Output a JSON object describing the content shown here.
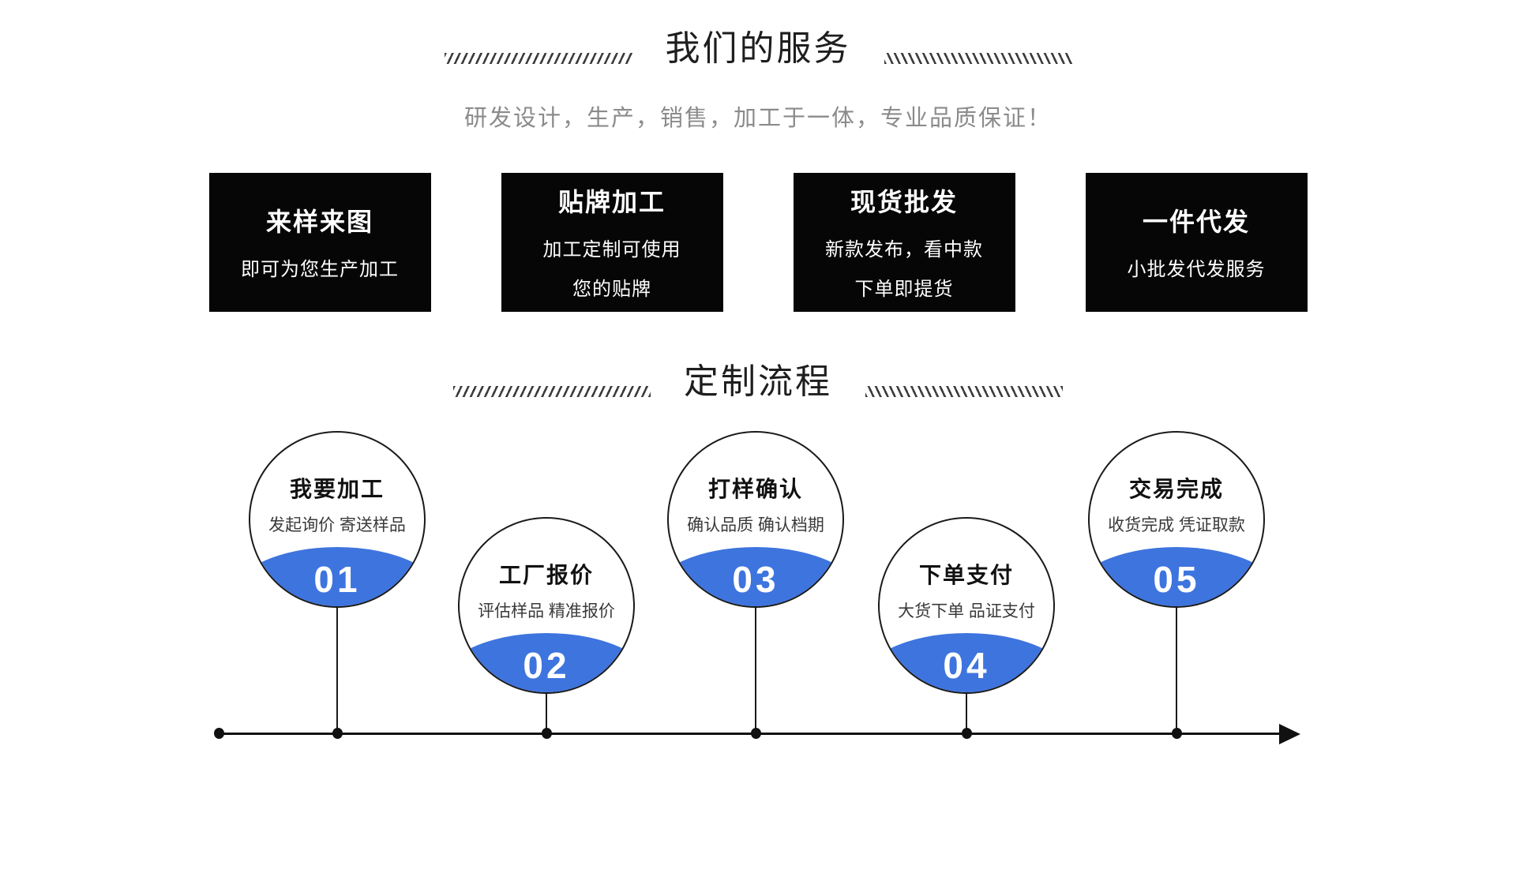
{
  "colors": {
    "accent_blue": "#3e74de",
    "box_bg": "#060606",
    "title_text": "#1e1e1e",
    "subtitle_gray": "#8b8b8b"
  },
  "services": {
    "title": "我们的服务",
    "subtitle": "研发设计，生产，销售，加工于一体，专业品质保证！",
    "boxes": [
      {
        "title": "来样来图",
        "lines": [
          "即可为您生产加工"
        ]
      },
      {
        "title": "贴牌加工",
        "lines": [
          "加工定制可使用",
          "您的贴牌"
        ]
      },
      {
        "title": "现货批发",
        "lines": [
          "新款发布，看中款",
          "下单即提货"
        ]
      },
      {
        "title": "一件代发",
        "lines": [
          "小批发代发服务"
        ]
      }
    ]
  },
  "process": {
    "title": "定制流程",
    "steps": [
      {
        "num": "01",
        "title": "我要加工",
        "desc": "发起询价 寄送样品"
      },
      {
        "num": "02",
        "title": "工厂报价",
        "desc": "评估样品 精准报价"
      },
      {
        "num": "03",
        "title": "打样确认",
        "desc": "确认品质 确认档期"
      },
      {
        "num": "04",
        "title": "下单支付",
        "desc": "大货下单 品证支付"
      },
      {
        "num": "05",
        "title": "交易完成",
        "desc": "收货完成 凭证取款"
      }
    ]
  }
}
